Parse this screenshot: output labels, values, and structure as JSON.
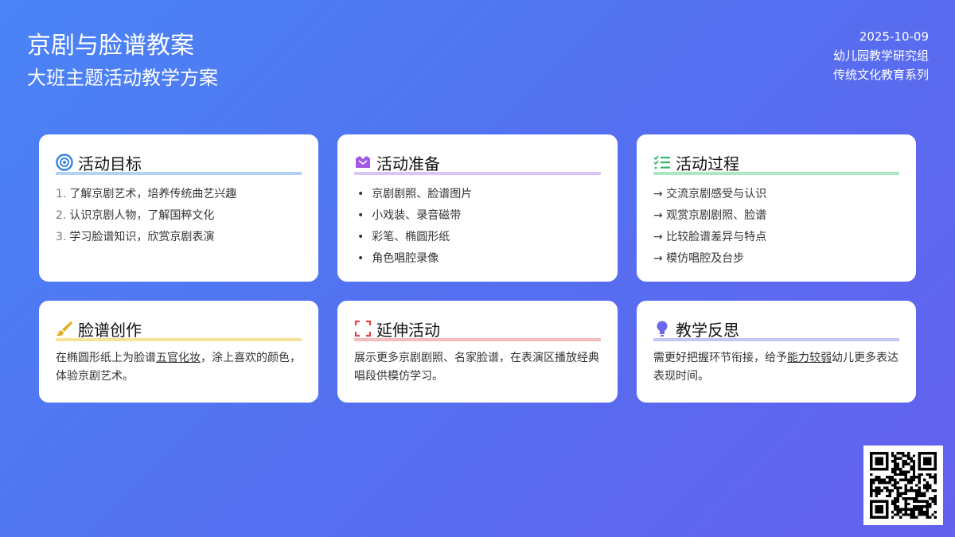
{
  "header": {
    "title": "京剧与脸谱教案",
    "subtitle": "大班主题活动教学方案",
    "date": "2025-10-09",
    "org": "幼儿园教学研究组",
    "series": "传统文化教育系列"
  },
  "cards": [
    {
      "title": "活动目标",
      "icon": "target-icon",
      "color": "#b3d1f5",
      "items": [
        "了解京剧艺术，培养传统曲艺兴趣",
        "认识京剧人物，了解国粹文化",
        "学习脸谱知识，欣赏京剧表演"
      ]
    },
    {
      "title": "活动准备",
      "icon": "box-icon",
      "color": "#dcc4f5",
      "items": [
        "京剧剧照、脸谱图片",
        "小戏装、录音磁带",
        "彩笔、椭圆形纸",
        "角色唱腔录像"
      ]
    },
    {
      "title": "活动过程",
      "icon": "checklist-icon",
      "color": "#a9e8c0",
      "items": [
        "→ 交流京剧感受与认识",
        "→ 观赏京剧剧照、脸谱",
        "→ 比较脸谱差异与特点",
        "→ 模仿唱腔及台步"
      ]
    },
    {
      "title": "脸谱创作",
      "icon": "paintbrush-icon",
      "color": "#f8e29a",
      "pre": "在椭圆形纸上为脸谱",
      "u": "五官化妆",
      "post": "，涂上喜欢的颜色，体验京剧艺术。"
    },
    {
      "title": "延伸活动",
      "icon": "expand-icon",
      "color": "#f4bcbc",
      "text": "展示更多京剧剧照、名家脸谱，在表演区播放经典唱段供模仿学习。"
    },
    {
      "title": "教学反思",
      "icon": "lightbulb-icon",
      "color": "#c3c6f3",
      "pre": "需更好把握环节衔接，给予",
      "u": "能力较弱",
      "post": "幼儿更多表达表现时间。"
    }
  ]
}
